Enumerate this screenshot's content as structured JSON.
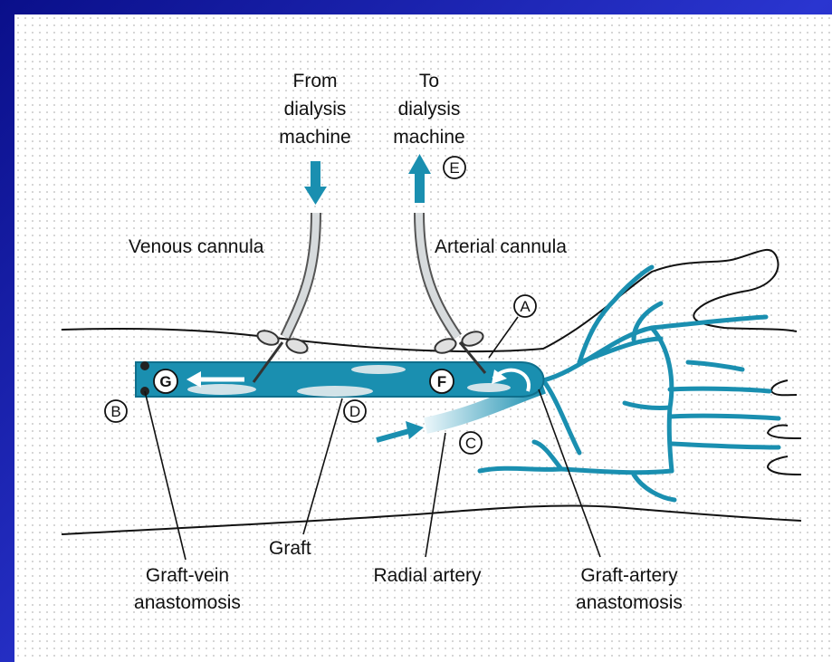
{
  "labels": {
    "from_dialysis": [
      "From",
      "dialysis",
      "machine"
    ],
    "to_dialysis": [
      "To",
      "dialysis",
      "machine"
    ],
    "venous_cannula": "Venous cannula",
    "arterial_cannula": "Arterial cannula",
    "graft": "Graft",
    "graft_vein": [
      "Graft-vein",
      "anastomosis"
    ],
    "radial_artery": "Radial artery",
    "graft_artery": [
      "Graft-artery",
      "anastomosis"
    ]
  },
  "markers": {
    "A": "A",
    "B": "B",
    "C": "C",
    "D": "D",
    "E": "E",
    "F": "F",
    "G": "G"
  },
  "colors": {
    "vessel": "#1a8fb0",
    "vessel_dark": "#0e6f8c",
    "cannula": "#b8bcc0",
    "slide_border": "#1a1fb0"
  }
}
